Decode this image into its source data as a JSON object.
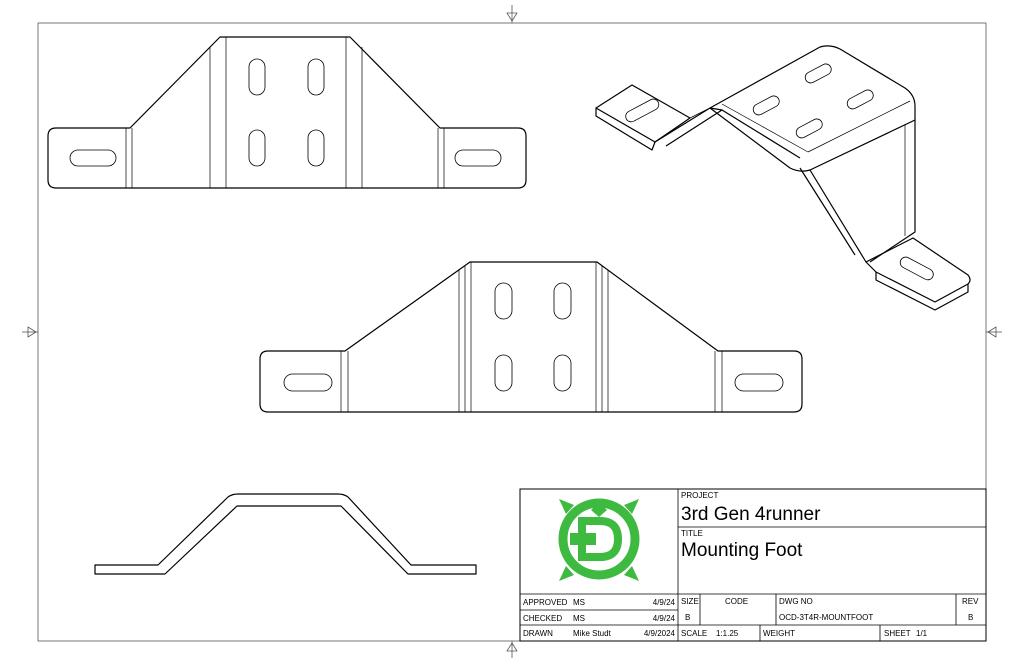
{
  "title_block": {
    "project_label": "PROJECT",
    "project": "3rd Gen 4runner",
    "title_label": "TITLE",
    "title": "Mounting Foot",
    "approved_label": "APPROVED",
    "approved_by": "MS",
    "approved_date": "4/9/24",
    "checked_label": "CHECKED",
    "checked_by": "MS",
    "checked_date": "4/9/24",
    "drawn_label": "DRAWN",
    "drawn_by": "Mike Studt",
    "drawn_date": "4/9/2024",
    "size_label": "SIZE",
    "size": "B",
    "code_label": "CODE",
    "code": "",
    "dwg_no_label": "DWG NO",
    "dwg_no": "OCD-3T4R-MOUNTFOOT",
    "rev_label": "REV",
    "rev": "B",
    "scale_label": "SCALE",
    "scale": "1:1.25",
    "weight_label": "WEIGHT",
    "weight": "",
    "sheet_label": "SHEET",
    "sheet": "1/1"
  },
  "logo": {
    "icon": "ocd-logo",
    "color": "#3dba3f"
  },
  "colors": {
    "line": "#000000",
    "paper": "#ffffff"
  }
}
